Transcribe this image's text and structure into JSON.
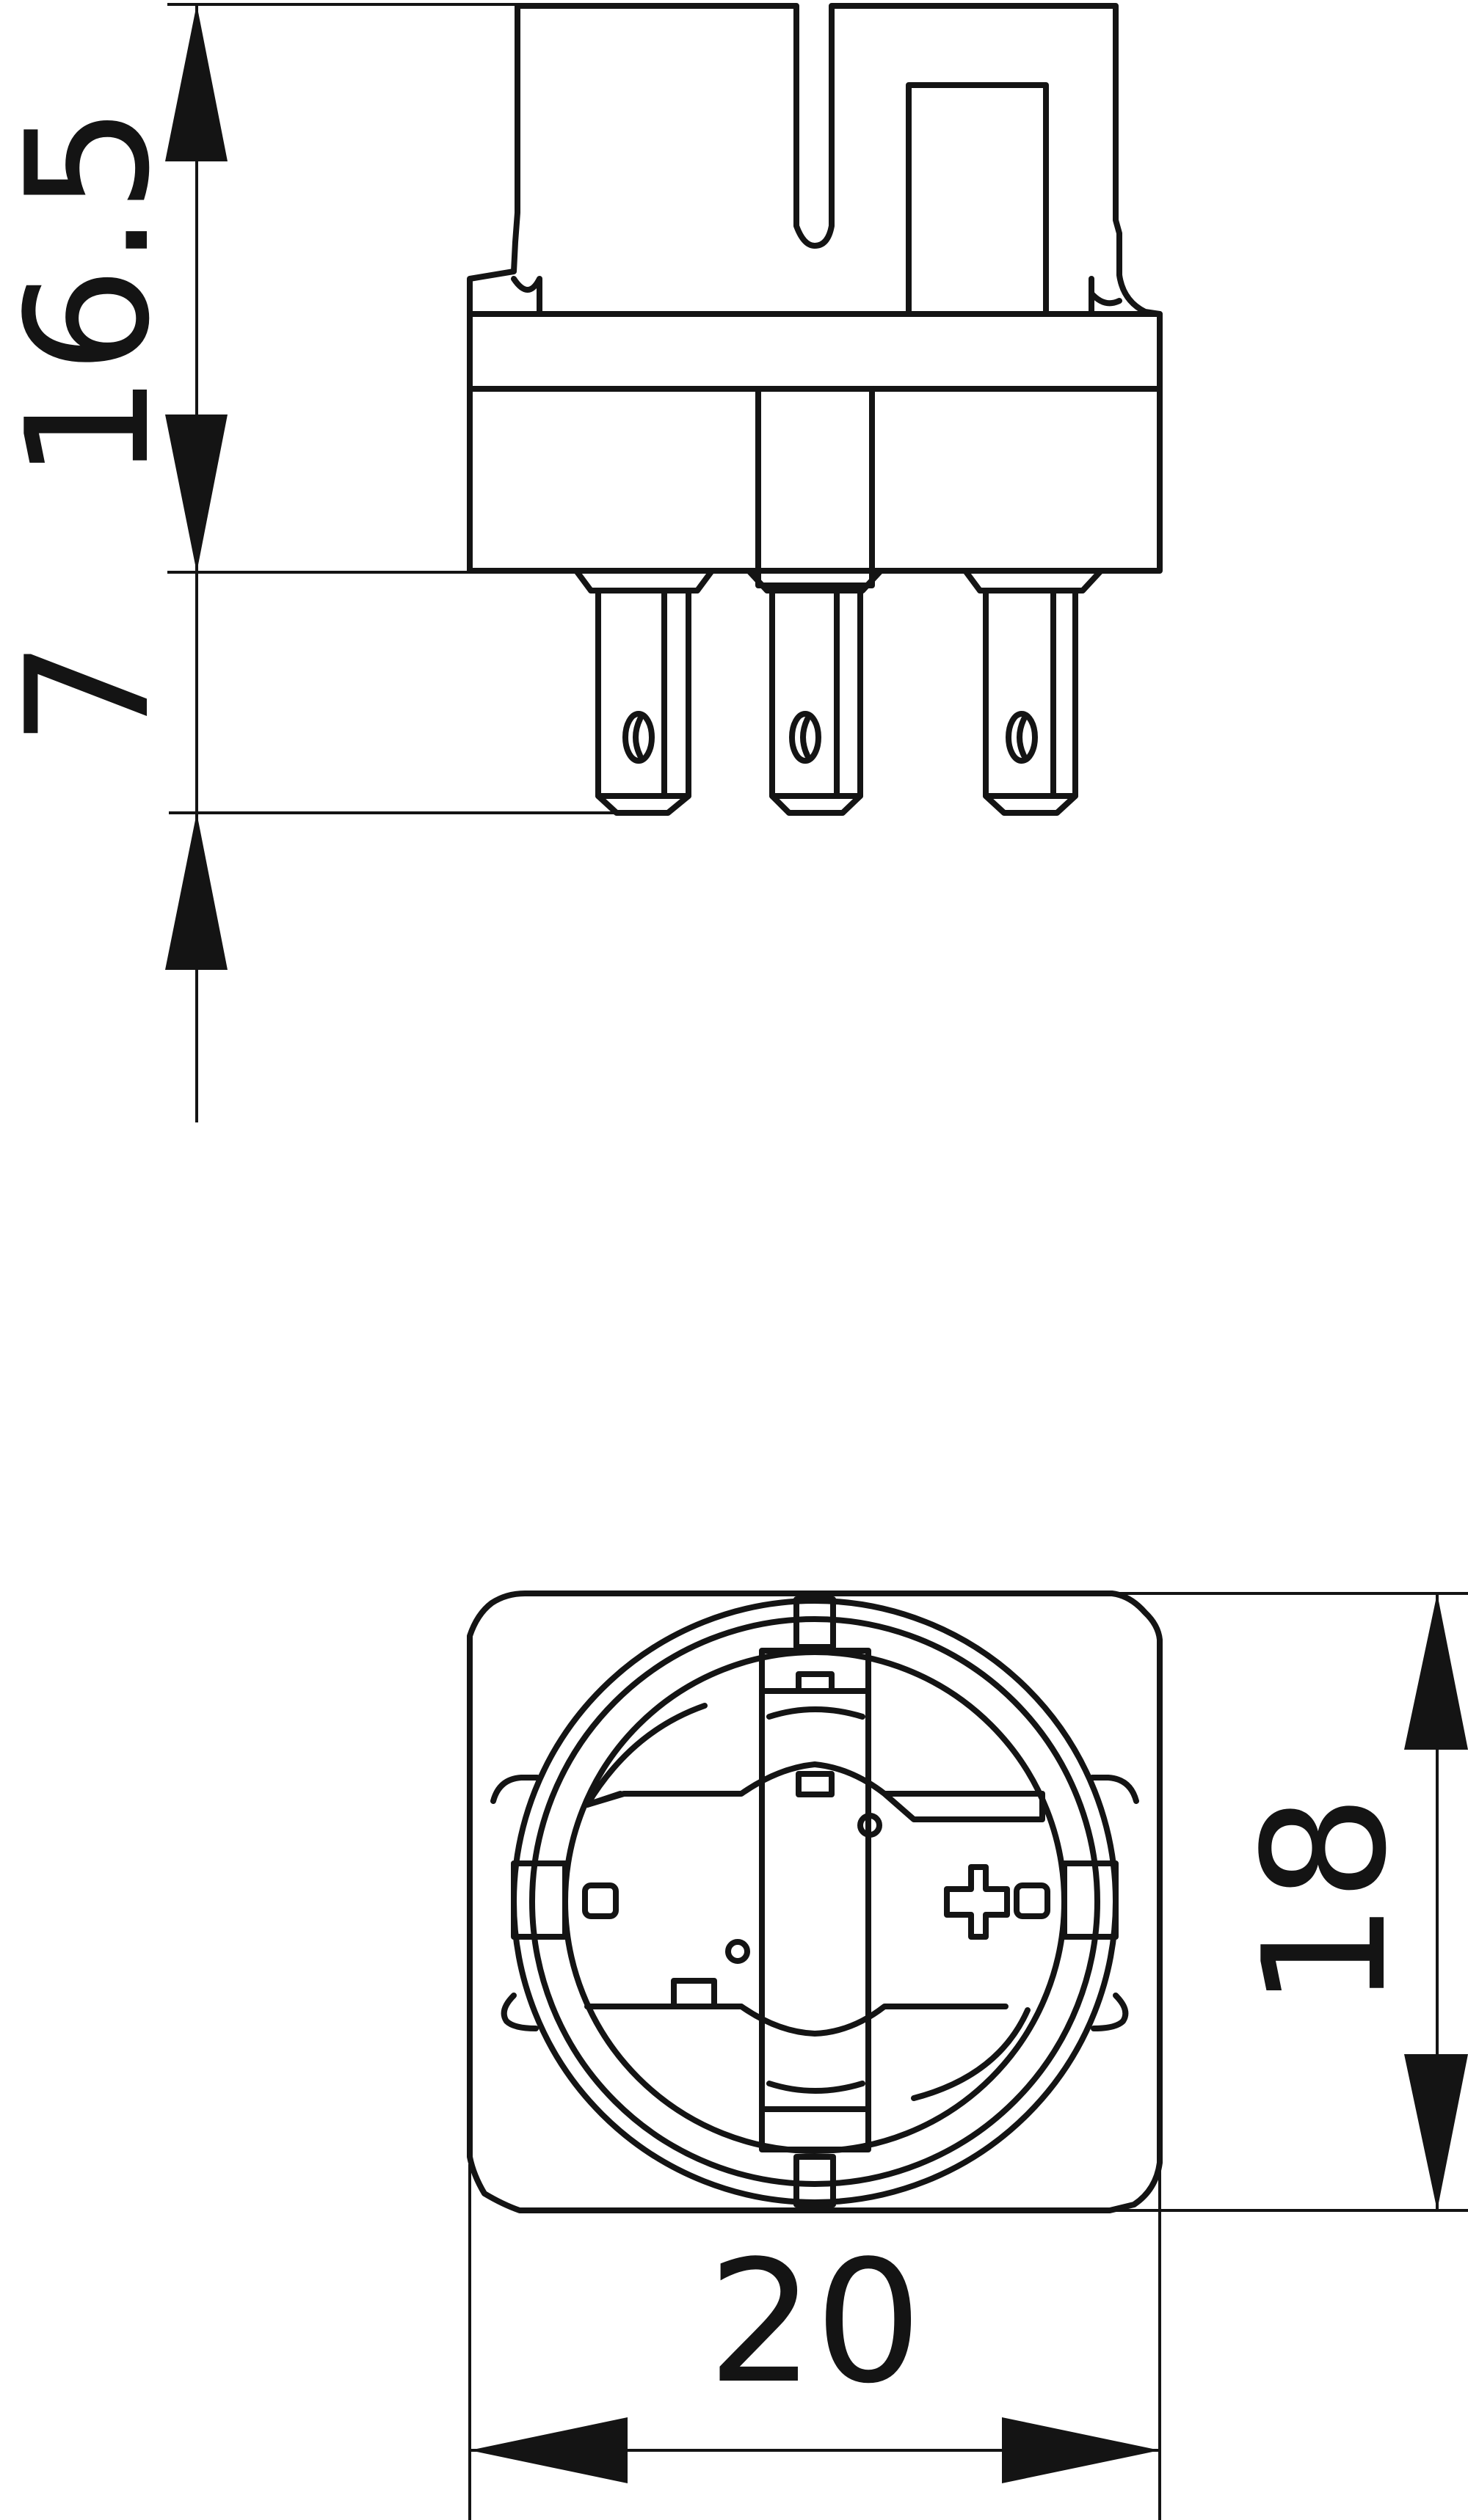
{
  "dimensions": {
    "height_upper": "16.5",
    "height_lower": "7",
    "width": "20",
    "depth": "18"
  },
  "colors": {
    "line": "#141414",
    "background": "#ffffff"
  }
}
